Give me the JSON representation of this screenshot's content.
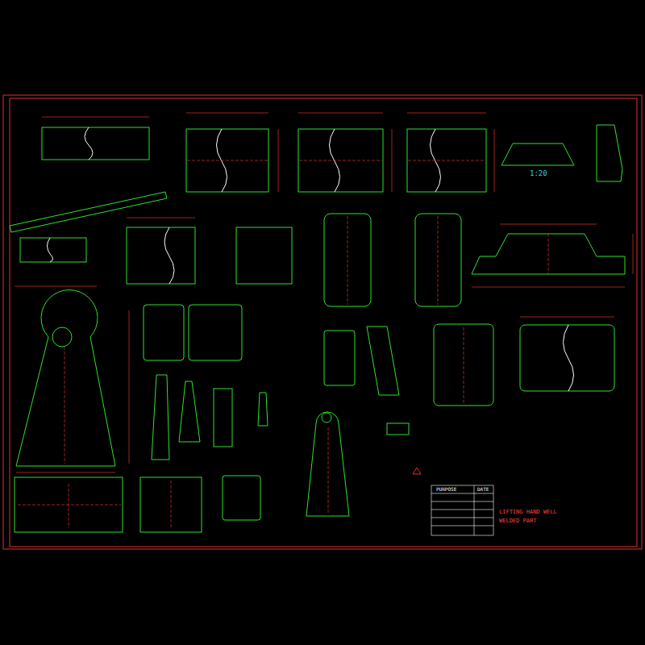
{
  "diagram": {
    "labels": [
      "1:20",
      "PURPOSE",
      "DATE",
      "LIFTING HAND WELL",
      "WELDED PART"
    ]
  }
}
